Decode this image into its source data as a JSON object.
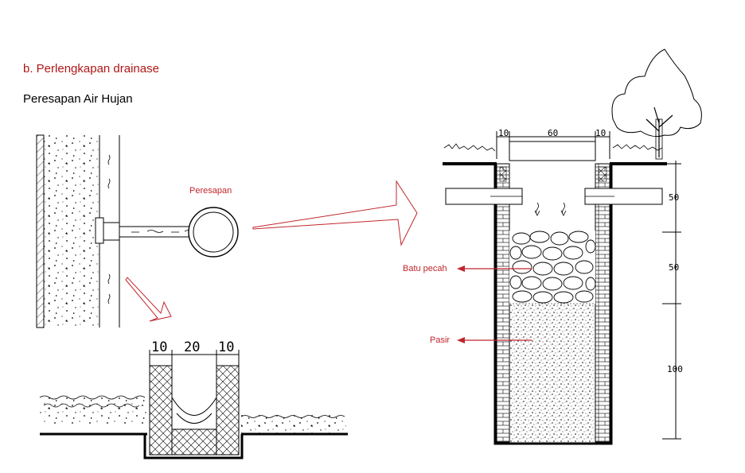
{
  "header": {
    "section_title": "b. Perlengkapan drainase",
    "subtitle": "Peresapan Air Hujan"
  },
  "plan_view": {
    "label": "Peresapan"
  },
  "section_detail": {
    "dimensions": [
      "10",
      "20",
      "10"
    ]
  },
  "well_section": {
    "top_dimensions": [
      "10",
      "60",
      "10"
    ],
    "depth_dimensions": [
      "50",
      "50",
      "100"
    ],
    "layers": {
      "stone": "Batu pecah",
      "sand": "Pasir"
    }
  },
  "colors": {
    "accent_red": "#c0262c",
    "title_red": "#b01616"
  }
}
